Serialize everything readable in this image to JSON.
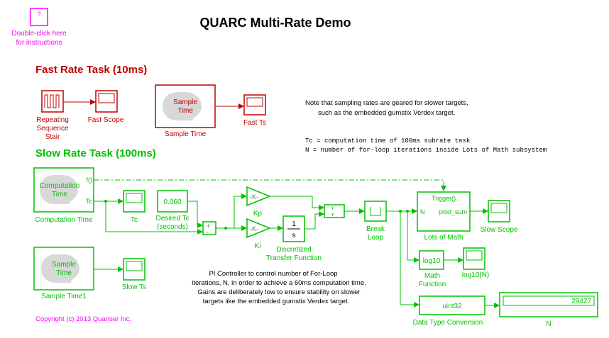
{
  "title": "QUARC Multi-Rate Demo",
  "help_block": {
    "glyph": "?",
    "caption_line1": "Double-click here",
    "caption_line2": "for instructions"
  },
  "sections": {
    "fast": "Fast Rate Task (10ms)",
    "slow": "Slow Rate Task (100ms)"
  },
  "notes": {
    "line1": "Note that sampling rates are geared for slower targets,",
    "line2": "such as the embedded gumstix Verdex target.",
    "tc": "Tc = computation time of 100ms subrate task",
    "n": "N  = number of for-loop iterations inside Lots of Math subsystem"
  },
  "pi_note": {
    "line1": "PI Controller to control number of For-Loop",
    "line2": "iterations, N, in order to achieve a 60ms computation time.",
    "line3": "Gains are deliberately low to ensure stability on slower",
    "line4": "targets like the embedded gumstix Verdex target."
  },
  "copyright": "Copyright (c) 2013 Quanser Inc.",
  "fast_blocks": {
    "stair": {
      "l1": "Repeating",
      "l2": "Sequence",
      "l3": "Stair"
    },
    "fast_scope": "Fast Scope",
    "sample_time": {
      "inner1": "Sample",
      "inner2": "Time",
      "label": "Sample Time"
    },
    "fast_ts": "Fast Ts"
  },
  "slow_blocks": {
    "comp_time": {
      "inner1": "Computation",
      "inner2": "Time",
      "port_f": "f()",
      "port_tc": "Tc",
      "label": "Computation Time"
    },
    "tc_scope": "Tc",
    "desired_tc": {
      "value": "0.060",
      "l1": "Desired Tc",
      "l2": "(seconds)"
    },
    "kp": {
      "inner": "-K-",
      "label": "Kp"
    },
    "ki": {
      "inner": "-K-",
      "label": "Ki"
    },
    "tf": {
      "num": "1",
      "den": "s",
      "l1": "Discretized",
      "l2": "Transfer Function"
    },
    "break_loop": {
      "l1": "Break",
      "l2": "Loop"
    },
    "lots_of_math": {
      "trigger": "Trigger()",
      "port_in": "N",
      "port_out": "prod_sum",
      "label": "Lots of Math"
    },
    "slow_scope": "Slow Scope",
    "log10": {
      "inner": "log10",
      "l1": "Math",
      "l2": "Function"
    },
    "log10_scope": "log10(N)",
    "dtc": {
      "inner": "uint32",
      "label": "Data Type Conversion"
    },
    "display": {
      "value": "29427",
      "label": "N"
    },
    "sample_time1": {
      "inner1": "Sample",
      "inner2": "Time",
      "label": "Sample Time1"
    },
    "slow_ts": "Slow Ts",
    "sum_signs": {
      "plus": "+",
      "minus": "-"
    }
  },
  "colors": {
    "fast": "#c00000",
    "slow": "#00c000",
    "magenta": "#ff00ff",
    "text": "#000000"
  }
}
